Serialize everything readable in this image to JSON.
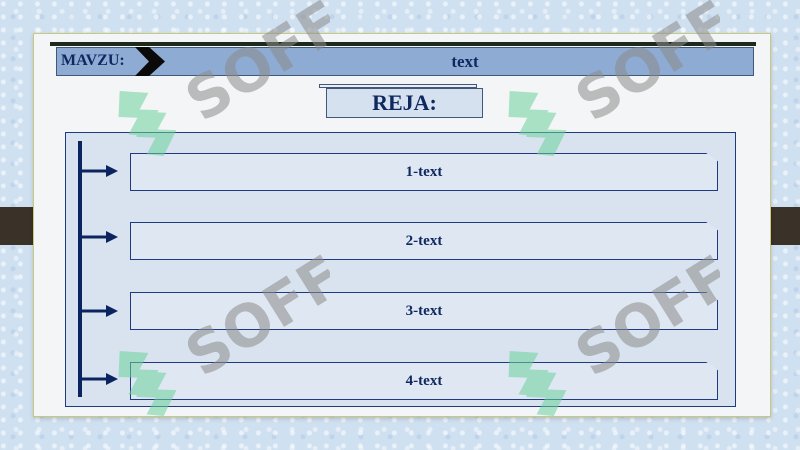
{
  "header": {
    "label": "MAVZU:",
    "title": "text"
  },
  "plan": {
    "title": "REJA:",
    "items": [
      {
        "label": "1-text"
      },
      {
        "label": "2-text"
      },
      {
        "label": "3-text"
      },
      {
        "label": "4-text"
      }
    ]
  },
  "watermark": {
    "text": "SOFF",
    "icon": "soff-logo-icon",
    "colors": {
      "text": "#8c8c8c",
      "logo": "#6cd19c"
    }
  },
  "colors": {
    "navy": "#0f2860",
    "header_fill": "#8eabd3",
    "panel_fill": "#d9e3f0",
    "frame_tab": "#3a3128"
  }
}
